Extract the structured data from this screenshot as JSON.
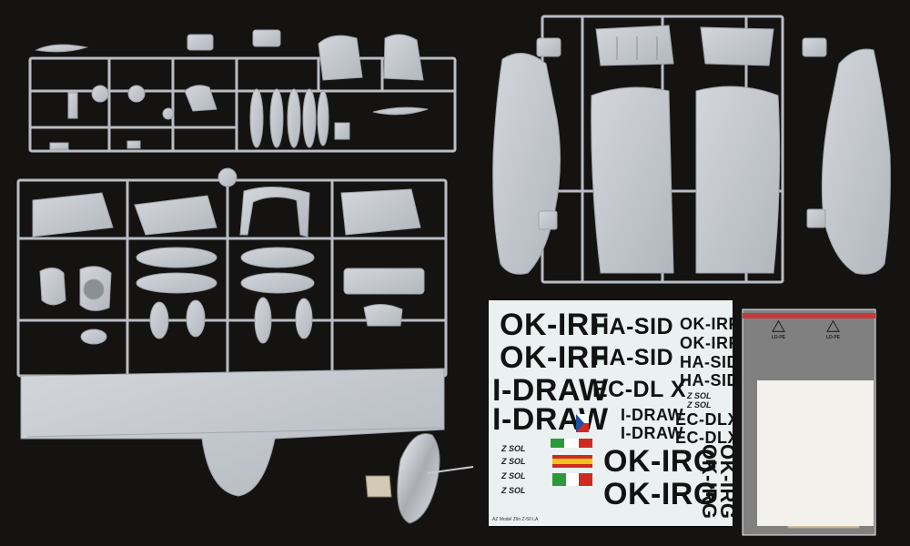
{
  "decal_sheet": {
    "large_top_left": "OK-IRF",
    "large_mid_left": "OK-IRF",
    "large_1": "I-DRAW",
    "large_2": "I-DRAW",
    "mid_ha_1": "HA-SID",
    "mid_ha_2": "HA-SID",
    "ec_large": "EC-DL X",
    "small_okirf_1": "OK-IRF",
    "small_okirf_2": "OK-IRF",
    "small_hasid_1": "HA-SID",
    "small_hasid_2": "HA-SID",
    "small_zsol_1": "Z SOL",
    "small_zsol_2": "Z SOL",
    "small_idraw_1": "I-DRAW",
    "small_idraw_2": "I-DRAW",
    "small_ec_1": "EC-DLX",
    "small_ec_2": "EC-DLX",
    "okirg_1": "OK-IRG",
    "okirg_2": "OK-IRG",
    "vert_okirg_1": "OK-IRG",
    "vert_okirg_2": "OK-IRG",
    "zsol_left_1": "Z SOL",
    "zsol_left_2": "Z SOL",
    "zsol_left_3": "Z SOL",
    "zsol_left_4": "Z SOL",
    "footer": "AZ Model   Zlín Z-50 LA"
  },
  "bag": {
    "label_1": "LD-PE",
    "label_2": "LD-PE"
  },
  "colors": {
    "background": "#141312",
    "plastic": "#c5c9cf",
    "decal_paper": "#eaf1f0",
    "photo_etch": "#c9a55a",
    "flag_green": "#2a9a3a",
    "flag_red": "#d02a20",
    "flag_yellow": "#f2c21a"
  }
}
